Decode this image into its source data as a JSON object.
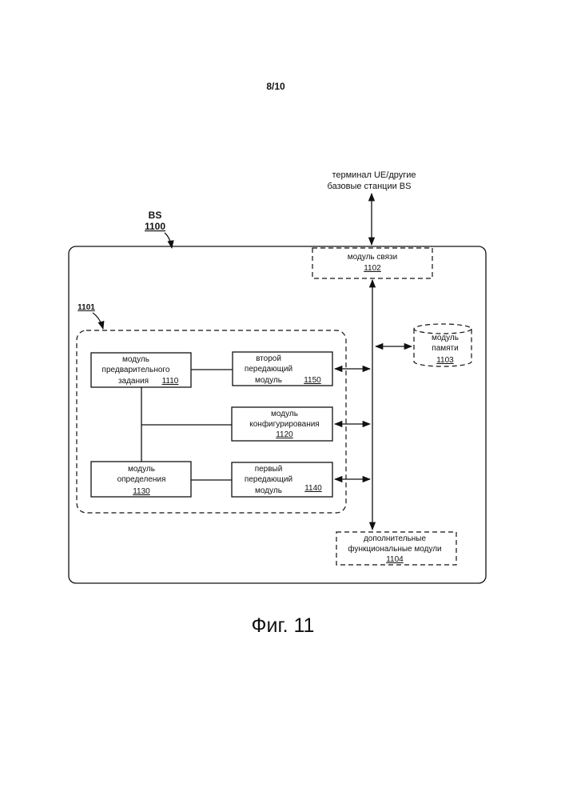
{
  "page_number": "8/10",
  "external": {
    "line1": "терминал UE/другие",
    "line2": "базовые  станции BS"
  },
  "bs": {
    "label": "BS",
    "number": "1100"
  },
  "group": {
    "number": "1101"
  },
  "comm_module": {
    "label": "модуль связи",
    "number": "1102"
  },
  "memory_module": {
    "line1": "модуль",
    "line2": "памяти",
    "number": "1103"
  },
  "extra_modules": {
    "line1": "дополнительные",
    "line2": "функциональные модули",
    "number": "1104"
  },
  "predefine_module": {
    "line1": "модуль",
    "line2": "предварительного",
    "line3": "задания",
    "number": "1110"
  },
  "config_module": {
    "line1": "модуль",
    "line2": "конфигурирования",
    "number": "1120"
  },
  "determine_module": {
    "line1": "модуль",
    "line2": "определения",
    "number": "1130"
  },
  "first_tx_module": {
    "line1": "первый",
    "line2": "передающий",
    "line3": "модуль",
    "number": "1140"
  },
  "second_tx_module": {
    "line1": "второй",
    "line2": "передающий",
    "line3": "модуль",
    "number": "1150"
  },
  "figure_caption": "Фиг. 11"
}
